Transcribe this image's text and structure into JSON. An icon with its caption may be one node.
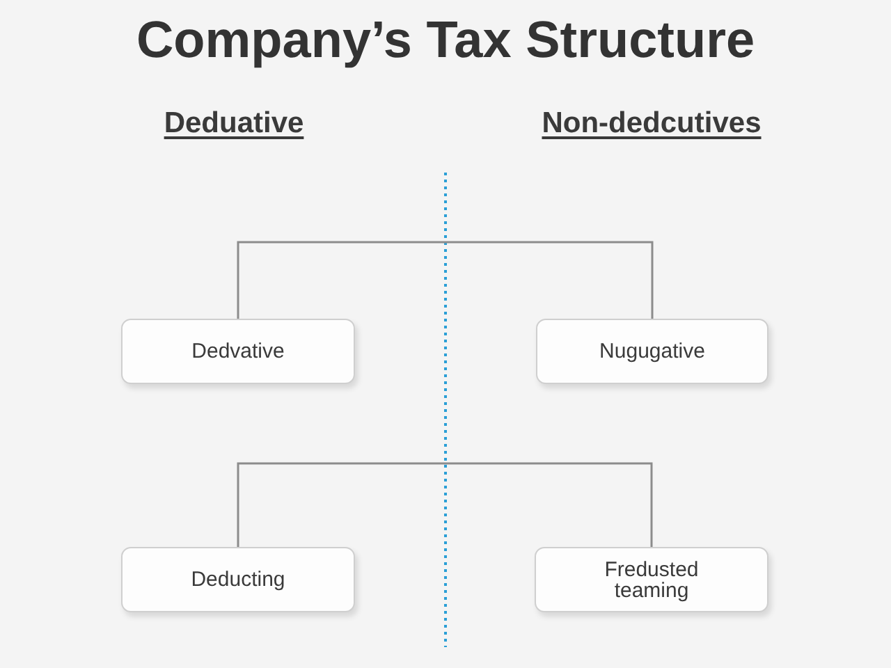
{
  "diagram": {
    "title": "Company’s Tax Structure",
    "nodes": [
      {
        "text": [
          "Dedvative"
        ]
      },
      {
        "text": [
          "Nugugative"
        ]
      },
      {
        "text": [
          "Deducting"
        ]
      },
      {
        "text": [
          "Fredusted teaming"
        ]
      }
    ],
    "edges": [
      {
        "from": 0,
        "to": 1,
        "arrow": "none"
      },
      {
        "from": 2,
        "to": 3,
        "arrow": "none"
      }
    ],
    "labels": [
      "Deduative",
      "Non-dedcutives"
    ]
  }
}
